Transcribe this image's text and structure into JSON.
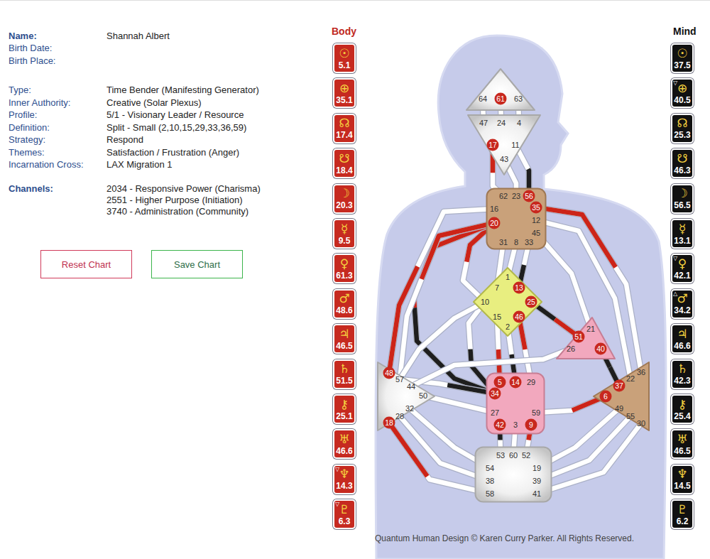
{
  "diagram": {
    "nodes": [
      {
        "text": [
          "Reset Chart"
        ]
      },
      {
        "text": [
          "Save Chart"
        ]
      },
      {
        "text": [
          "☉",
          "5.1"
        ]
      },
      {
        "text": [
          "⊕",
          "35.1"
        ]
      },
      {
        "text": [
          "☊",
          "17.4"
        ]
      },
      {
        "text": [
          "☋",
          "18.4"
        ]
      },
      {
        "text": [
          "☽",
          "20.3"
        ]
      },
      {
        "text": [
          "☿",
          "9.5"
        ]
      },
      {
        "text": [
          "♀",
          "61.3"
        ]
      },
      {
        "text": [
          "♂",
          "48.6"
        ]
      },
      {
        "text": [
          "♃",
          "46.5"
        ]
      },
      {
        "text": [
          "♄",
          "51.5"
        ]
      },
      {
        "text": [
          "⚷",
          "25.1"
        ]
      },
      {
        "text": [
          "♅",
          "46.6"
        ]
      },
      {
        "text": [
          "▽",
          "♆",
          "14.3"
        ]
      },
      {
        "text": [
          "▽",
          "♇",
          "6.3"
        ]
      },
      {
        "text": [
          "64",
          "61",
          "63"
        ]
      },
      {
        "text": [
          "47",
          "24",
          "4",
          "17",
          "11",
          "43"
        ]
      },
      {
        "text": [
          "62",
          "23",
          "56",
          "16",
          "35",
          "20",
          "12",
          "45",
          "31",
          "8",
          "33"
        ]
      },
      {
        "text": [
          "1",
          "7",
          "13",
          "10",
          "25",
          "15",
          "46",
          "2"
        ]
      },
      {
        "text": [
          "21",
          "51",
          "26",
          "40"
        ]
      },
      {
        "text": [
          "48",
          "57",
          "44",
          "50",
          "32",
          "28",
          "18"
        ]
      },
      {
        "text": [
          "5",
          "14",
          "29",
          "34",
          "27",
          "59",
          "42",
          "3",
          "9"
        ]
      },
      {
        "text": [
          "36",
          "22",
          "37",
          "6",
          "49",
          "55",
          "30"
        ]
      },
      {
        "text": [
          "53",
          "60",
          "52",
          "54",
          "19",
          "38",
          "39",
          "58",
          "41"
        ]
      },
      {
        "text": [
          "☉",
          "37.5"
        ]
      },
      {
        "text": [
          "▽",
          "⊕",
          "40.5"
        ]
      },
      {
        "text": [
          "☊",
          "25.3"
        ]
      },
      {
        "text": [
          "☋",
          "46.3"
        ]
      },
      {
        "text": [
          "☽",
          "56.5"
        ]
      },
      {
        "text": [
          "☿",
          "13.1"
        ]
      },
      {
        "text": [
          "▽",
          "♀",
          "42.1"
        ]
      },
      {
        "text": [
          "△",
          "♂",
          "34.2"
        ]
      },
      {
        "text": [
          "♃",
          "46.6"
        ]
      },
      {
        "text": [
          "♄",
          "42.3"
        ]
      },
      {
        "text": [
          "⚷",
          "25.4"
        ]
      },
      {
        "text": [
          "♅",
          "46.5"
        ]
      },
      {
        "text": [
          "♆",
          "14.5"
        ]
      },
      {
        "text": [
          "♇",
          "6.2"
        ]
      }
    ],
    "edges": [
      {
        "from": 16,
        "to": 17,
        "arrow": "none"
      },
      {
        "from": 16,
        "to": 17,
        "arrow": "none"
      },
      {
        "from": 16,
        "to": 17,
        "arrow": "none"
      },
      {
        "from": 17,
        "to": 18,
        "arrow": "none"
      },
      {
        "from": 17,
        "to": 18,
        "arrow": "none"
      },
      {
        "from": 17,
        "to": 18,
        "arrow": "none"
      },
      {
        "from": 18,
        "to": 19,
        "arrow": "none"
      },
      {
        "from": 18,
        "to": 19,
        "arrow": "none"
      },
      {
        "from": 18,
        "to": 19,
        "arrow": "none"
      },
      {
        "from": 18,
        "to": 19,
        "arrow": "none"
      },
      {
        "from": 18,
        "to": 22,
        "arrow": "none"
      },
      {
        "from": 18,
        "to": 21,
        "arrow": "none"
      },
      {
        "from": 18,
        "to": 21,
        "arrow": "none"
      },
      {
        "from": 18,
        "to": 20,
        "arrow": "none"
      },
      {
        "from": 18,
        "to": 23,
        "arrow": "none"
      },
      {
        "from": 18,
        "to": 23,
        "arrow": "none"
      },
      {
        "from": 19,
        "to": 22,
        "arrow": "none"
      },
      {
        "from": 19,
        "to": 22,
        "arrow": "none"
      },
      {
        "from": 19,
        "to": 22,
        "arrow": "none"
      },
      {
        "from": 19,
        "to": 22,
        "arrow": "none"
      },
      {
        "from": 19,
        "to": 20,
        "arrow": "none"
      },
      {
        "from": 19,
        "to": 21,
        "arrow": "none"
      },
      {
        "from": 21,
        "to": 22,
        "arrow": "none"
      },
      {
        "from": 21,
        "to": 22,
        "arrow": "none"
      },
      {
        "from": 20,
        "to": 21,
        "arrow": "none"
      },
      {
        "from": 20,
        "to": 23,
        "arrow": "none"
      },
      {
        "from": 22,
        "to": 23,
        "arrow": "none"
      },
      {
        "from": 22,
        "to": 24,
        "arrow": "none"
      },
      {
        "from": 22,
        "to": 24,
        "arrow": "none"
      },
      {
        "from": 22,
        "to": 24,
        "arrow": "none"
      },
      {
        "from": 21,
        "to": 24,
        "arrow": "none"
      },
      {
        "from": 21,
        "to": 24,
        "arrow": "none"
      },
      {
        "from": 21,
        "to": 24,
        "arrow": "none"
      },
      {
        "from": 23,
        "to": 24,
        "arrow": "none"
      },
      {
        "from": 23,
        "to": 24,
        "arrow": "none"
      },
      {
        "from": 23,
        "to": 24,
        "arrow": "none"
      }
    ],
    "labels": [
      "Name:",
      "Shannah Albert",
      "Birth Date:",
      "Birth Place:",
      "Type:",
      "Time Bender (Manifesting Generator)",
      "Inner Authority:",
      "Creative (Solar Plexus)",
      "Profile:",
      "5/1 - Visionary Leader / Resource",
      "Definition:",
      "Split - Small (2,10,15,29,33,36,59)",
      "Strategy:",
      "Respond",
      "Themes:",
      "Satisfaction / Frustration (Anger)",
      "Incarnation Cross:",
      "LAX Migration 1",
      "Channels:",
      "2034 - Responsive Power (Charisma)",
      "2551 - Higher Purpose (Initiation)",
      "3740 - Administration (Community)",
      "Body",
      "Mind",
      "Quantum Human Design © Karen Curry Parker. All Rights Reserved."
    ]
  }
}
